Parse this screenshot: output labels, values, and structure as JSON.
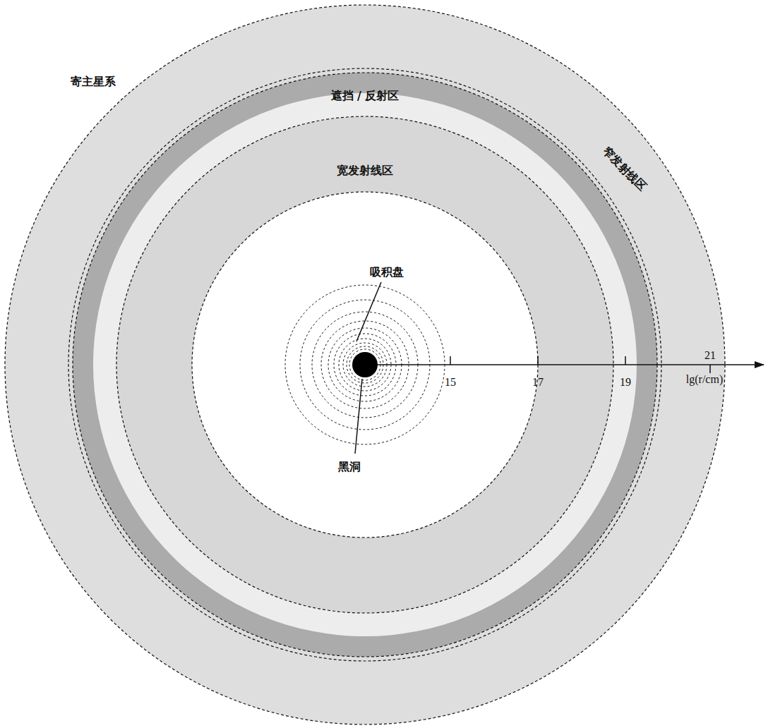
{
  "diagram": {
    "nodes": [
      {
        "text": [
          "寄主星系"
        ]
      },
      {
        "text": [
          "遮挡 / 反射区"
        ],
        "in": 0
      },
      {
        "text": [
          "宽发射线区"
        ],
        "in": 1
      }
    ],
    "labels": [
      "窄发射线区",
      "吸积盘",
      "黑洞",
      "15",
      "17",
      "19",
      "21",
      "lg(r/cm)"
    ]
  }
}
